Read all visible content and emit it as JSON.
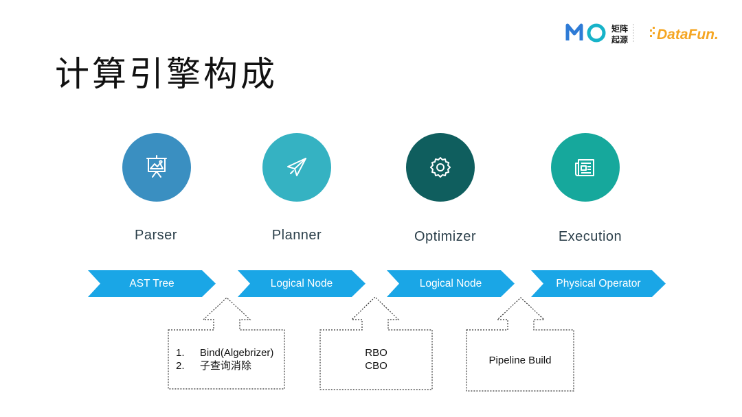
{
  "title": "计算引擎构成",
  "logos": {
    "left_text_top": "矩阵",
    "left_text_bottom": "起源",
    "right_brand": "DataFun."
  },
  "colors": {
    "arrow": "#1aa6e6",
    "parser": "#3a8fc1",
    "planner": "#35b2c2",
    "optimizer": "#0f5e5e",
    "execution": "#16a89c"
  },
  "stages": [
    {
      "label": "Parser",
      "icon": "presentation-board-icon",
      "output": "AST Tree"
    },
    {
      "label": "Planner",
      "icon": "paper-plane-icon",
      "output": "Logical Node"
    },
    {
      "label": "Optimizer",
      "icon": "gear-icon",
      "output": "Logical Node"
    },
    {
      "label": "Execution",
      "icon": "newspaper-icon",
      "output": "Physical Operator"
    }
  ],
  "notes": {
    "parser": {
      "item1_num": "1.",
      "item1": "Bind(Algebrizer)",
      "item2_num": "2.",
      "item2": "子查询消除"
    },
    "optimizer": {
      "line1": "RBO",
      "line2": "CBO"
    },
    "execution": {
      "line1": "Pipeline Build"
    }
  }
}
